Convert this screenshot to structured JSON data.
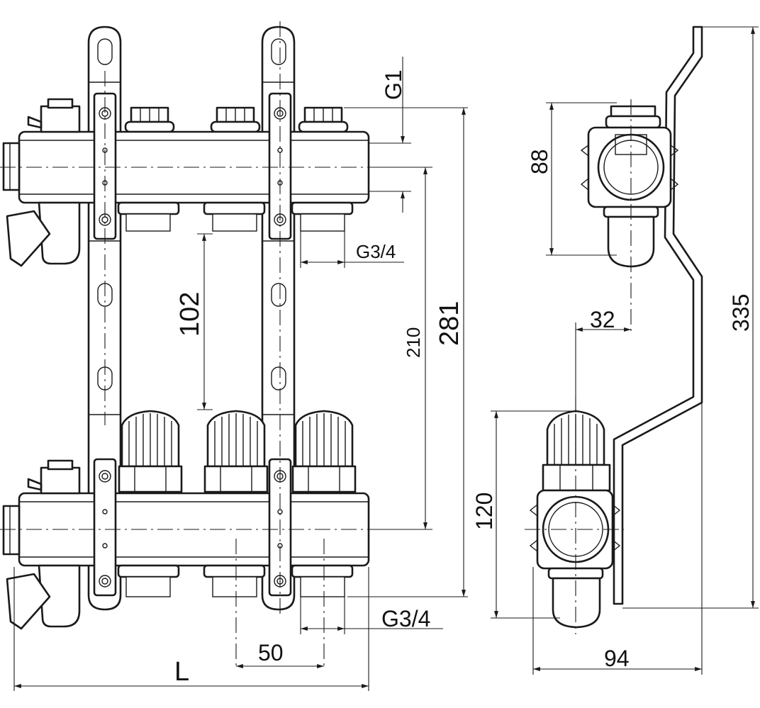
{
  "drawing": {
    "dimension_labels": {
      "g1": "G1",
      "g34_top": "G3/4",
      "g34_bottom": "G3/4",
      "d102": "102",
      "d210": "210",
      "d281": "281",
      "d50": "50",
      "length": "L",
      "d88": "88",
      "d32": "32",
      "d335": "335",
      "d120": "120",
      "d94": "94"
    }
  }
}
